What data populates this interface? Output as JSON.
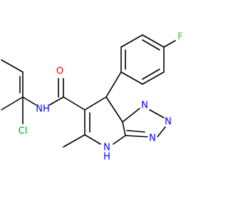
{
  "molecule": {
    "atoms": {
      "oxygen": {
        "text": "O",
        "color": "#ff0000"
      },
      "amide_nh": {
        "text": "NH",
        "color": "#0000ff"
      },
      "chlorine": {
        "text": "Cl",
        "color": "#00aa00"
      },
      "fluorine": {
        "text": "F",
        "color": "#33cc33"
      },
      "n_bridge": {
        "text": "N",
        "color": "#0000ff"
      },
      "n_triazole_1": {
        "text": "N",
        "color": "#0000ff"
      },
      "n_triazole_2": {
        "text": "N",
        "color": "#0000ff"
      },
      "ring_nh": {
        "text": "N",
        "color": "#0000ff"
      },
      "ring_h": {
        "text": "H",
        "color": "#0000ff"
      }
    }
  }
}
